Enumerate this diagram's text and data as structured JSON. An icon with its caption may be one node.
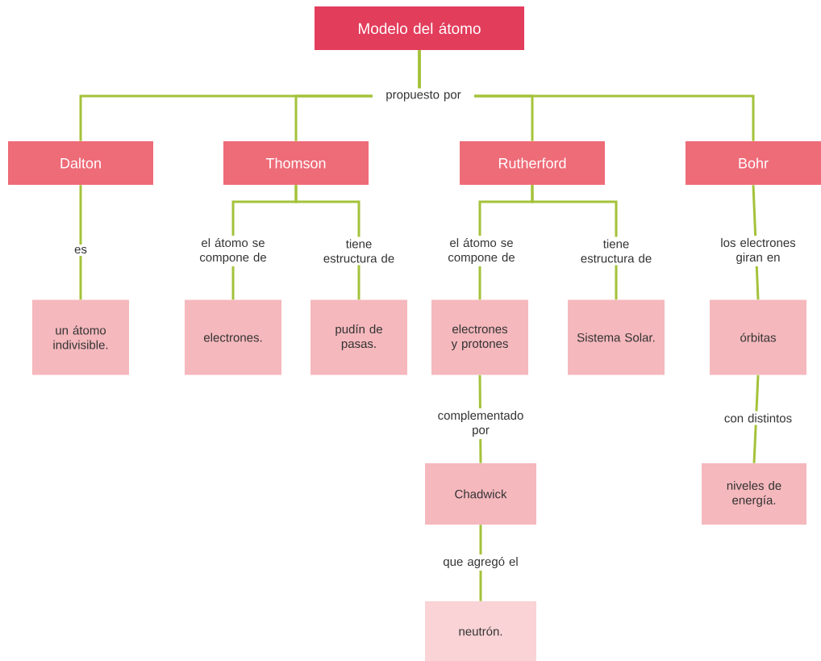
{
  "diagram": {
    "nodes": [
      {
        "text": [
          "Modelo del átomo"
        ]
      },
      {
        "text": [
          "Dalton"
        ]
      },
      {
        "text": [
          "Thomson"
        ]
      },
      {
        "text": [
          "Rutherford"
        ]
      },
      {
        "text": [
          "Bohr"
        ]
      },
      {
        "text": [
          "un átomo indivisible."
        ]
      },
      {
        "text": [
          "electrones."
        ]
      },
      {
        "text": [
          "pudín de pasas."
        ]
      },
      {
        "text": [
          "electrones y protones"
        ]
      },
      {
        "text": [
          "Sistema Solar."
        ]
      },
      {
        "text": [
          "órbitas"
        ]
      },
      {
        "text": [
          "Chadwick"
        ]
      },
      {
        "text": [
          "niveles de energía."
        ]
      },
      {
        "text": [
          "neutrón."
        ]
      }
    ],
    "edges": [
      {
        "from": 0,
        "to": 1,
        "arrow": "none",
        "label": "propuesto por"
      },
      {
        "from": 0,
        "to": 2,
        "arrow": "none"
      },
      {
        "from": 0,
        "to": 3,
        "arrow": "none"
      },
      {
        "from": 0,
        "to": 4,
        "arrow": "none"
      },
      {
        "from": 1,
        "to": 5,
        "arrow": "none",
        "label": "es"
      },
      {
        "from": 2,
        "to": 6,
        "arrow": "none",
        "label": "el átomo se compone de"
      },
      {
        "from": 2,
        "to": 7,
        "arrow": "none",
        "label": "tiene estructura de"
      },
      {
        "from": 3,
        "to": 8,
        "arrow": "none",
        "label": "el átomo se compone de"
      },
      {
        "from": 3,
        "to": 9,
        "arrow": "none",
        "label": "tiene estructura de"
      },
      {
        "from": 4,
        "to": 10,
        "arrow": "none",
        "label": "los electrones giran en"
      },
      {
        "from": 8,
        "to": 11,
        "arrow": "none",
        "label": "complementado por"
      },
      {
        "from": 11,
        "to": 13,
        "arrow": "none",
        "label": "que agregó el"
      },
      {
        "from": 10,
        "to": 12,
        "arrow": "none",
        "label": "con distintos"
      }
    ]
  }
}
